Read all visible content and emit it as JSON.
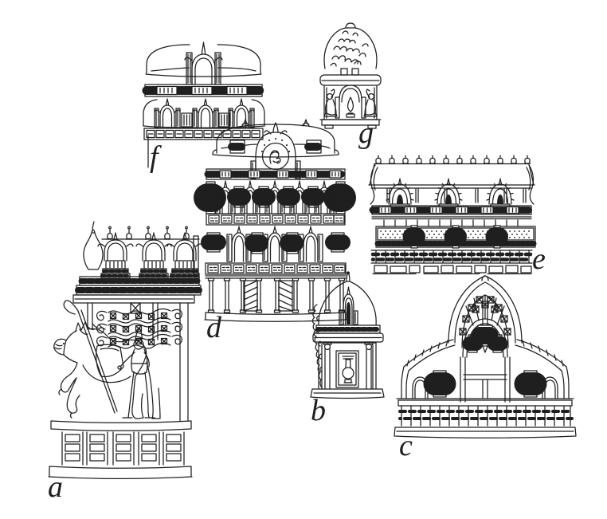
{
  "colors": {
    "ink": "#1f1f1f",
    "paper": "#ffffff"
  },
  "plate": {
    "figures": [
      {
        "label": "a",
        "name": "horse-and-attendant-aedicule"
      },
      {
        "label": "b",
        "name": "domed-kuta-pavilion"
      },
      {
        "label": "c",
        "name": "open-arched-pavilion"
      },
      {
        "label": "d",
        "name": "tiered-vimana-facade"
      },
      {
        "label": "e",
        "name": "barrel-roofed-shala"
      },
      {
        "label": "f",
        "name": "two-tiered-arch-pavilion"
      },
      {
        "label": "g",
        "name": "domed-shrine-with-devotees"
      }
    ]
  }
}
